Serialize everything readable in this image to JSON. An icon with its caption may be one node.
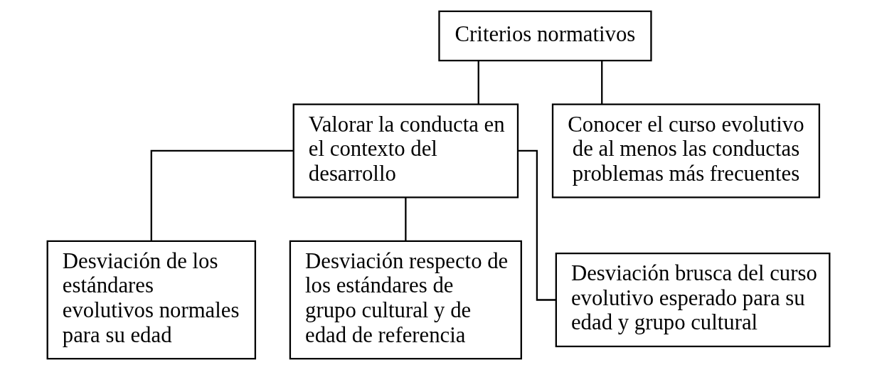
{
  "diagram": {
    "nodes": [
      {
        "text": [
          "Criterios normativos"
        ]
      },
      {
        "text": [
          "Valorar la conducta en el contexto del desarrollo"
        ]
      },
      {
        "text": [
          "Conocer el curso evolutivo de al menos las conductas problemas más frecuentes"
        ]
      },
      {
        "text": [
          "Desviación de los estándares evolutivos normales para su edad"
        ]
      },
      {
        "text": [
          "Desviación respecto de los estándares de grupo cultural y de edad de referencia"
        ]
      },
      {
        "text": [
          "Desviación brusca del curso evolutivo esperado para su edad y grupo cultural"
        ]
      }
    ],
    "edges": [
      {
        "from": 0,
        "to": 1,
        "arrow": "none"
      },
      {
        "from": 0,
        "to": 2,
        "arrow": "none"
      },
      {
        "from": 1,
        "to": 3,
        "arrow": "none"
      },
      {
        "from": 1,
        "to": 4,
        "arrow": "none"
      },
      {
        "from": 1,
        "to": 5,
        "arrow": "none"
      }
    ]
  }
}
